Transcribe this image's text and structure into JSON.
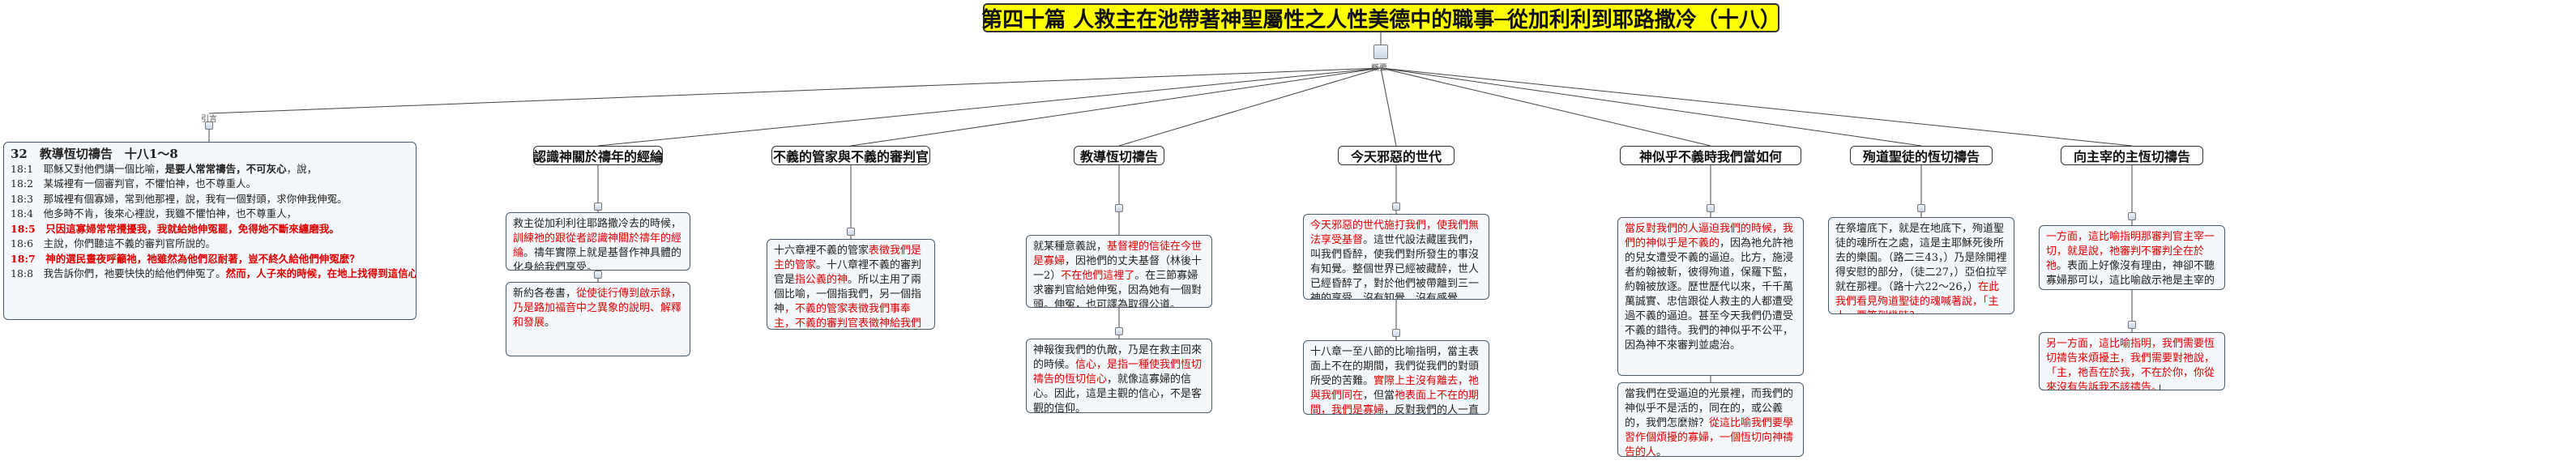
{
  "title": "第四十篇 人救主在池帶著神聖屬性之人性美德中的職事─從加利利到耶路撒冷（十八）",
  "hub_label": "概要",
  "intro_label": "引言",
  "branches": [
    "認識神關於禱年的經綸",
    "不義的管家與不義的審判官",
    "教導恆切禱告",
    "今天邪惡的世代",
    "神似乎不義時我們當如何",
    "殉道聖徒的恆切禱告",
    "向主宰的主恆切禱告"
  ],
  "scripture": {
    "heading": "32　教導恆切禱告　十八1～8",
    "verses": [
      "18:1　耶穌又對他們講一個比喻，",
      "是要人常常禱告，不可灰心",
      "，說，",
      "18:2　某城裡有一個審判官，不懼怕神，也不尊重人。",
      "18:3　那城裡有個寡婦，常到他那裡，說，我有一個對頭，求你伸我伸冤。",
      "18:4　他多時不肯，後來心裡說，我雖不懼怕神，也不尊重人，",
      "18:5　只因這寡婦常常攪擾我，我就給她伸冤罷，免得她不斷來纏磨我。",
      "18:6　主說，你們聽這不義的審判官所說的。",
      "18:7　神的選民晝夜呼籲祂，祂雖然為他們忍耐著，豈不終久給他們伸冤麼？",
      "18:8　我告訴你們，祂要快快的給他們伸冤了。",
      "然而，人子來的時候，在地上找得到這信心麼？"
    ]
  },
  "notes": {
    "n1a": "救主從加利利往耶路撒冷去的時候，",
    "n1b": "訓練祂的跟從者認識神關於禱年的經綸",
    "n1c": "。禱年實際上就是基督作神具體的化身給我們享受。",
    "n1d": "新約各卷書，",
    "n1e": "從使徒行傳到啟示錄，乃是路加福音中之異象的說明、解釋和發展",
    "n1f": "。",
    "n2a": "十六章裡不義的管家",
    "n2b": "表徵我們是主的管家",
    "n2c": "。十八章裡不義的審判官是",
    "n2d": "指公義的神",
    "n2e": "。所以主用了兩個比喻，一個指我們，另一個指神",
    "n2f": "，不義的管家表徵我們事奉主，不義的審判官表徵神給我們伸冤",
    "n2g": "。",
    "n3a": "就某種意義說，",
    "n3b": "基督裡的信徒在今世是寡婦",
    "n3c": "，因祂們的丈夫基督（林後十一2）",
    "n3d": "不在他們這裡了",
    "n3e": "。在三節寡婦求審判官給她伸冤，因為她有一個對頭。伸冤，也可譯為取得公道。",
    "n3f": "神報復我們的仇敵，乃是在救主回來的時候。",
    "n3g": "信心，是指一種使我們恆切禱告的恆切信心",
    "n3h": "，就像這寡婦的信心。因此，這是主觀的信心，不是客觀的信仰。",
    "n4a": "今天邪惡的世代施打我們，使我們無法享受基督",
    "n4b": "。這世代設法藏匿我們，叫我們昏醉，使我們對所發生的事沒有知覺。整個世界已經被藏醉，世人已經昏醉了，對於他們被帶離到三一神的享受，沒有知覺，沒有感覺。",
    "n4c": "十八章一至八節的比喻指明，當主表面上不在的期間，我們從我們的對頭所受的苦難。",
    "n4d": "實際上主沒有離去，祂與我們同在",
    "n4e": "，但當",
    "n4f": "祂表面上不在的期間，我們是寡婦",
    "n4g": "，反對我們的人一直在攪擾我們。",
    "n5a": "當反對我們的人逼迫我們的時候，我們的神似乎是不義的",
    "n5b": "，因為祂允許祂的兒女遭受不義的逼迫。比方，施浸者約翰被斬，彼得殉道，保羅下監，約翰被放逐。歷世歷代以來，千千萬萬誠實、忠信跟從人救主的人都遭受過不義的逼迫。甚至今天我們仍遭受不義的錯待。我們的神似乎不公平，因為神不來審判並處治。",
    "n5c": "當我們在受逼迫的光景裡，而我們的神似乎不是活的，同在的，或公義的，我們怎麼辦？",
    "n5d": "從這比喻我們要學習作個煩擾的寡婦，一個恆切向神禱告的人",
    "n5e": "。",
    "n6a": "在祭壇底下，就是在地底下，殉道聖徒的魂所在之處，這是主耶穌死後所去的樂園。（路二三43，）乃是除開裡得安慰的部分，（徒二27，）亞伯拉罕就在那裡。（路十六22～26，）",
    "n6b": "在此我們看見殉道聖徒的魂喊著說，「主人，要等到幾時？」",
    "n7a": "一方面，這比喻指明那審判官主宰一切，就是說，祂審判不審判全在於祂",
    "n7b": "。表面上好像沒有理由，神卻不聽寡婦那可以，這比喻啟示祂是主宰的主，神揀選基督時候，就在甚麼時候審判。",
    "n7c": "另一方面，這比喻指明，我們需要恆切禱告來煩擾主，我們需要對祂說，「主，祂吾在於我，不在於你，你從來沒有告訴我不該禱告。",
    "n7d": "」"
  }
}
